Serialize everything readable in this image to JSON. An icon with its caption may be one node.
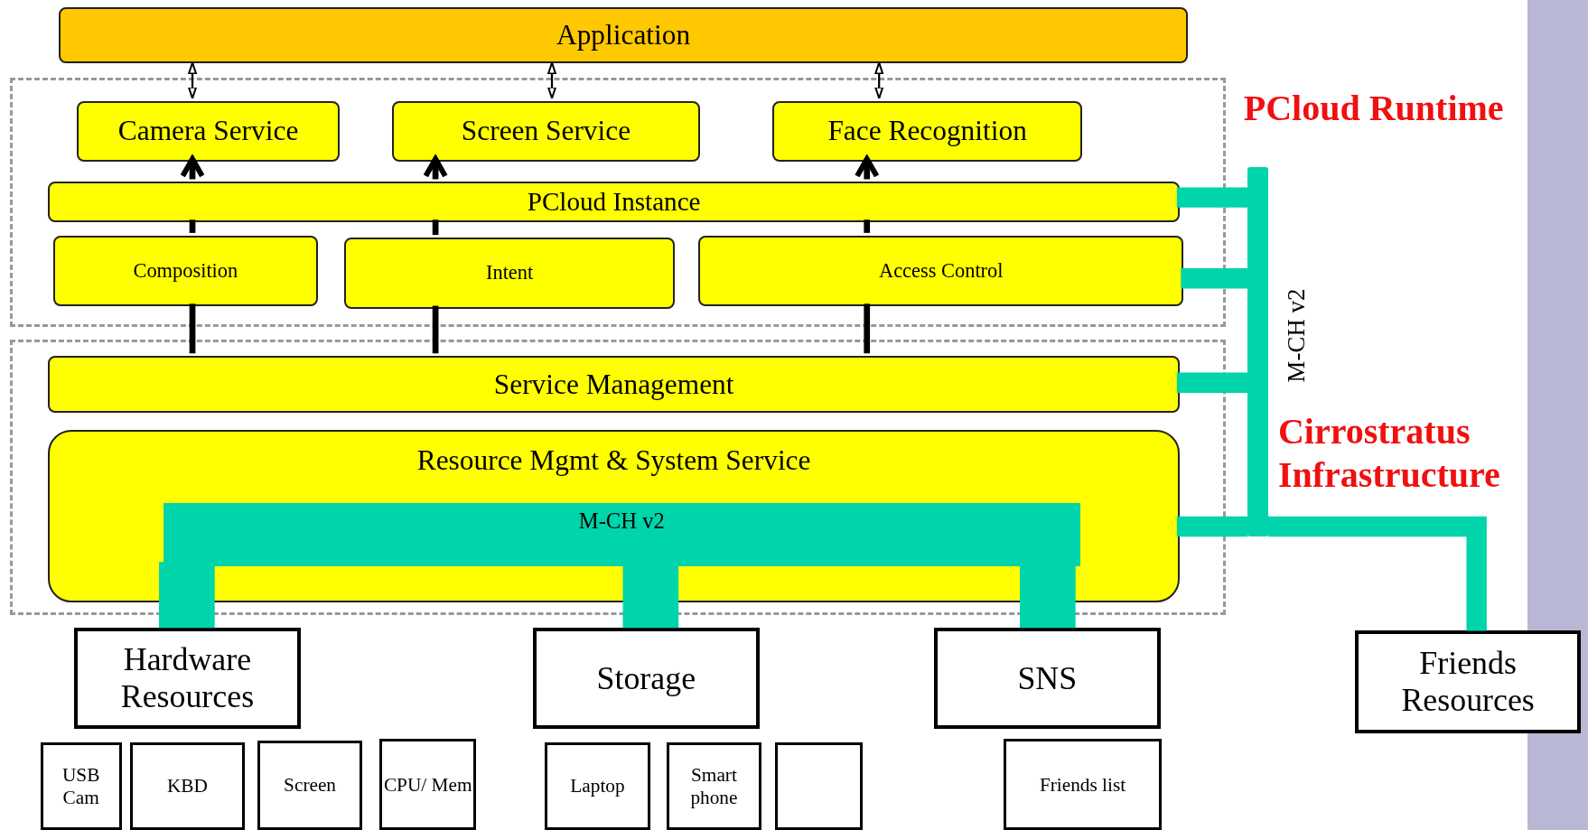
{
  "diagram": {
    "nodes": [
      {
        "text": [
          "Application"
        ]
      },
      {
        "text": [],
        "shape": "box"
      },
      {
        "text": [
          "Camera Service"
        ],
        "in": 1
      },
      {
        "text": [
          "Screen Service"
        ],
        "in": 1
      },
      {
        "text": [
          "Face Recognition"
        ],
        "in": 1
      },
      {
        "text": [
          "PCloud Instance"
        ],
        "in": 1
      },
      {
        "text": [
          "Composition"
        ],
        "in": 1
      },
      {
        "text": [
          "Intent"
        ],
        "in": 1
      },
      {
        "text": [
          "Access Control"
        ],
        "in": 1
      },
      {
        "text": [],
        "shape": "box"
      },
      {
        "text": [
          "Service Management"
        ],
        "in": 9
      },
      {
        "text": [
          "Resource Mgmt & System Service"
        ],
        "in": 9
      },
      {
        "text": [
          "M-CH v2"
        ],
        "in": 11
      },
      {
        "text": [
          "Hardware Resources"
        ]
      },
      {
        "text": [
          "Storage"
        ]
      },
      {
        "text": [
          "SNS"
        ]
      },
      {
        "text": [
          "Friends Resources"
        ]
      },
      {
        "text": [
          "USB Cam"
        ]
      },
      {
        "text": [
          "KBD"
        ]
      },
      {
        "text": [
          "Screen"
        ]
      },
      {
        "text": [
          "CPU/ Mem"
        ]
      },
      {
        "text": [
          "Laptop"
        ]
      },
      {
        "text": [
          "Smart phone"
        ]
      },
      {
        "text": [],
        "shape": "box"
      },
      {
        "text": [
          "Friends list"
        ]
      },
      {
        "text": [],
        "shape": "bar",
        "beside": [
          "M-CH v2"
        ]
      }
    ],
    "edges": [
      {
        "from": 2,
        "to": 0,
        "arrow": "both"
      },
      {
        "from": 3,
        "to": 0,
        "arrow": "both"
      },
      {
        "from": 4,
        "to": 0,
        "arrow": "both"
      },
      {
        "from": 10,
        "to": 6,
        "arrow": "none"
      },
      {
        "from": 6,
        "to": 5,
        "arrow": "none"
      },
      {
        "from": 5,
        "to": 2,
        "arrow": "to"
      },
      {
        "from": 10,
        "to": 7,
        "arrow": "none"
      },
      {
        "from": 7,
        "to": 5,
        "arrow": "none"
      },
      {
        "from": 5,
        "to": 3,
        "arrow": "to"
      },
      {
        "from": 10,
        "to": 8,
        "arrow": "none"
      },
      {
        "from": 8,
        "to": 5,
        "arrow": "none"
      },
      {
        "from": 5,
        "to": 4,
        "arrow": "to"
      },
      {
        "from": 12,
        "to": 13,
        "arrow": "none",
        "style": "thick",
        "color": "#00d4aa"
      },
      {
        "from": 12,
        "to": 14,
        "arrow": "none",
        "style": "thick",
        "color": "#00d4aa"
      },
      {
        "from": 12,
        "to": 15,
        "arrow": "none",
        "style": "thick",
        "color": "#00d4aa"
      },
      {
        "from": 25,
        "to": 5,
        "arrow": "none",
        "style": "thick",
        "color": "#00d4aa"
      },
      {
        "from": 25,
        "to": 8,
        "arrow": "none",
        "style": "thick",
        "color": "#00d4aa"
      },
      {
        "from": 25,
        "to": 10,
        "arrow": "none",
        "style": "thick",
        "color": "#00d4aa"
      },
      {
        "from": 25,
        "to": 11,
        "arrow": "none",
        "style": "thick",
        "color": "#00d4aa"
      },
      {
        "from": 25,
        "to": 16,
        "arrow": "none",
        "style": "thick",
        "color": "#00d4aa"
      }
    ],
    "labels": [
      "PCloud Runtime",
      "Cirrostratus Infrastructure"
    ]
  }
}
